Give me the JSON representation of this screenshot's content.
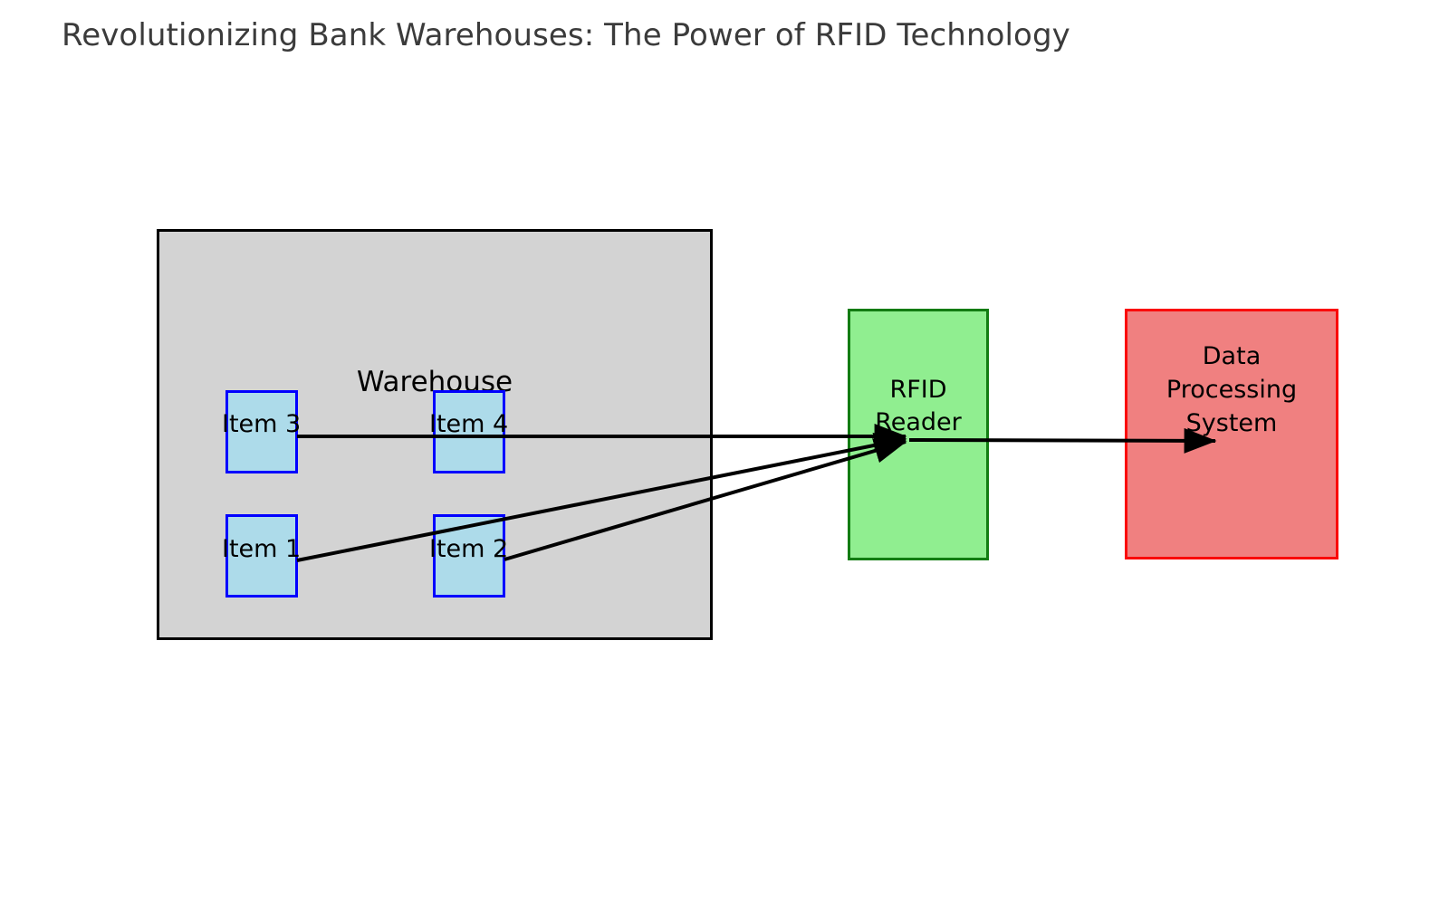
{
  "title": "Revolutionizing Bank Warehouses: The Power of RFID Technology",
  "warehouse": {
    "label": "Warehouse",
    "fill_color": "#d3d3d3",
    "border_color": "#000000",
    "items": [
      {
        "id": "item-3",
        "label": "Item 3"
      },
      {
        "id": "item-4",
        "label": "Item 4"
      },
      {
        "id": "item-1",
        "label": "Item 1"
      },
      {
        "id": "item-2",
        "label": "Item 2"
      }
    ],
    "item_fill_color": "#addbea",
    "item_border_color": "#0000ff"
  },
  "rfid_reader": {
    "label_line1": "RFID",
    "label_line2": "Reader",
    "fill_color": "#90ee90",
    "border_color": "#127c12"
  },
  "data_system": {
    "label_line1": "Data",
    "label_line2": "Processing",
    "label_line3": "System",
    "fill_color": "#f08080",
    "border_color": "#fa0a0a"
  },
  "connectors": {
    "stroke_color": "#000000",
    "edges": [
      {
        "from": "item-3",
        "to": "rfid-reader"
      },
      {
        "from": "item-1",
        "to": "rfid-reader"
      },
      {
        "from": "item-2",
        "to": "rfid-reader"
      },
      {
        "from": "rfid-reader",
        "to": "data-system"
      }
    ]
  }
}
